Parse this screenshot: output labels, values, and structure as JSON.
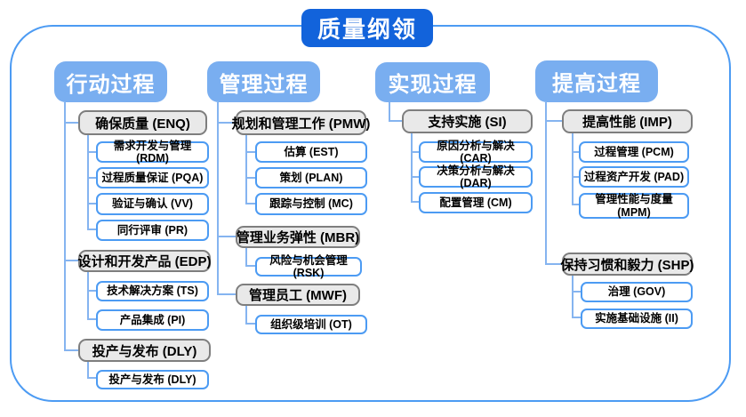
{
  "title": "质量纲领",
  "colors": {
    "title_bg": "#1263DB",
    "header_bg": "#79AEF0",
    "gray_fill": "#E9E9E9",
    "gray_border": "#7E7E7E",
    "white_border": "#4C9BF3",
    "connector": "#85B4F0",
    "frame_border": "#4C9BF3"
  },
  "columns": [
    {
      "header": "行动过程",
      "groups": [
        {
          "label": "确保质量 (ENQ)",
          "children": [
            "需求开发与管理 (RDM)",
            "过程质量保证 (PQA)",
            "验证与确认 (VV)",
            "同行评审 (PR)"
          ]
        },
        {
          "label": "设计和开发产品 (EDP)",
          "children": [
            "技术解决方案 (TS)",
            "产品集成 (PI)"
          ]
        },
        {
          "label": "投产与发布 (DLY)",
          "children": [
            "投产与发布 (DLY)"
          ]
        }
      ]
    },
    {
      "header": "管理过程",
      "groups": [
        {
          "label": "规划和管理工作 (PMW)",
          "children": [
            "估算 (EST)",
            "策划 (PLAN)",
            "跟踪与控制 (MC)"
          ]
        },
        {
          "label": "管理业务弹性 (MBR)",
          "children": [
            "风险与机会管理 (RSK)"
          ]
        },
        {
          "label": "管理员工 (MWF)",
          "children": [
            "组织级培训 (OT)"
          ]
        }
      ]
    },
    {
      "header": "实现过程",
      "groups": [
        {
          "label": "支持实施 (SI)",
          "children": [
            "原因分析与解决 (CAR)",
            "决策分析与解决 (DAR)",
            "配置管理 (CM)"
          ]
        }
      ]
    },
    {
      "header": "提高过程",
      "groups": [
        {
          "label": "提高性能 (IMP)",
          "children": [
            "过程管理 (PCM)",
            "过程资产开发 (PAD)",
            "管理性能与度量 (MPM)"
          ]
        },
        {
          "label": "保持习惯和毅力 (SHP)",
          "children": [
            "治理 (GOV)",
            "实施基础设施 (II)"
          ]
        }
      ]
    }
  ]
}
